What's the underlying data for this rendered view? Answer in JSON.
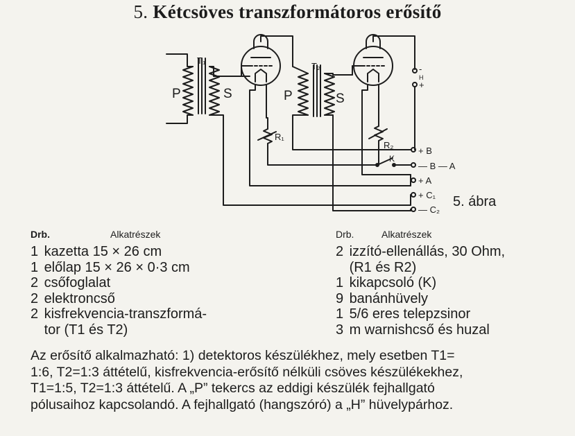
{
  "title": {
    "number": "5.",
    "text": "Kétcsöves transzformátoros erősítő"
  },
  "diagram": {
    "transformer_1": "T₁",
    "transformer_2": "T₂",
    "primary_label": "P",
    "secondary_label": "S",
    "resistor_1": "R₁",
    "resistor_2": "R₂",
    "switch_label": "K",
    "headphone_minus": "-",
    "headphone_label": "H",
    "headphone_plus": "+",
    "terminals": [
      "+ B",
      "— B — A",
      "+ A",
      "+ C₁",
      "— C₂"
    ]
  },
  "figure_caption": "5. ábra",
  "parts_left": {
    "qty_header": "Drb.",
    "part_header": "Alkatrészek",
    "items": [
      {
        "qty": "1",
        "text": "kazetta 15 × 26 cm"
      },
      {
        "qty": "1",
        "text": "előlap 15 × 26 × 0·3 cm"
      },
      {
        "qty": "2",
        "text": "csőfoglalat"
      },
      {
        "qty": "2",
        "text": "elektroncső"
      },
      {
        "qty": "2",
        "text": "kisfrekvencia-transzformá-"
      },
      {
        "qty": "",
        "text": "tor (T1 és T2)"
      }
    ]
  },
  "parts_right": {
    "qty_header": "Drb.",
    "part_header": "Alkatrészek",
    "items": [
      {
        "qty": "2",
        "text": "izzító-ellenállás, 30 Ohm,"
      },
      {
        "qty": "",
        "text": "(R1 és R2)"
      },
      {
        "qty": "1",
        "text": "kikapcsoló (K)"
      },
      {
        "qty": "9",
        "text": "banánhüvely"
      },
      {
        "qty": "1",
        "text": "5/6 eres telepzsinor"
      },
      {
        "qty": "3",
        "text": "m warnishcső és huzal"
      }
    ]
  },
  "body_lines": [
    "Az erősítő alkalmazható: 1) detektoros készülékhez, mely esetben T1=",
    "1:6, T2=1:3 áttételű, kisfrekvencia-erősítő nélküli csöves készülékekhez,",
    "T1=1:5, T2=1:3 áttételű. A „P” tekercs az eddigi készülék fejhallgató",
    "pólusaihoz kapcsolandó. A fejhallgató (hangszóró) a „H” hüvelypárhoz."
  ]
}
